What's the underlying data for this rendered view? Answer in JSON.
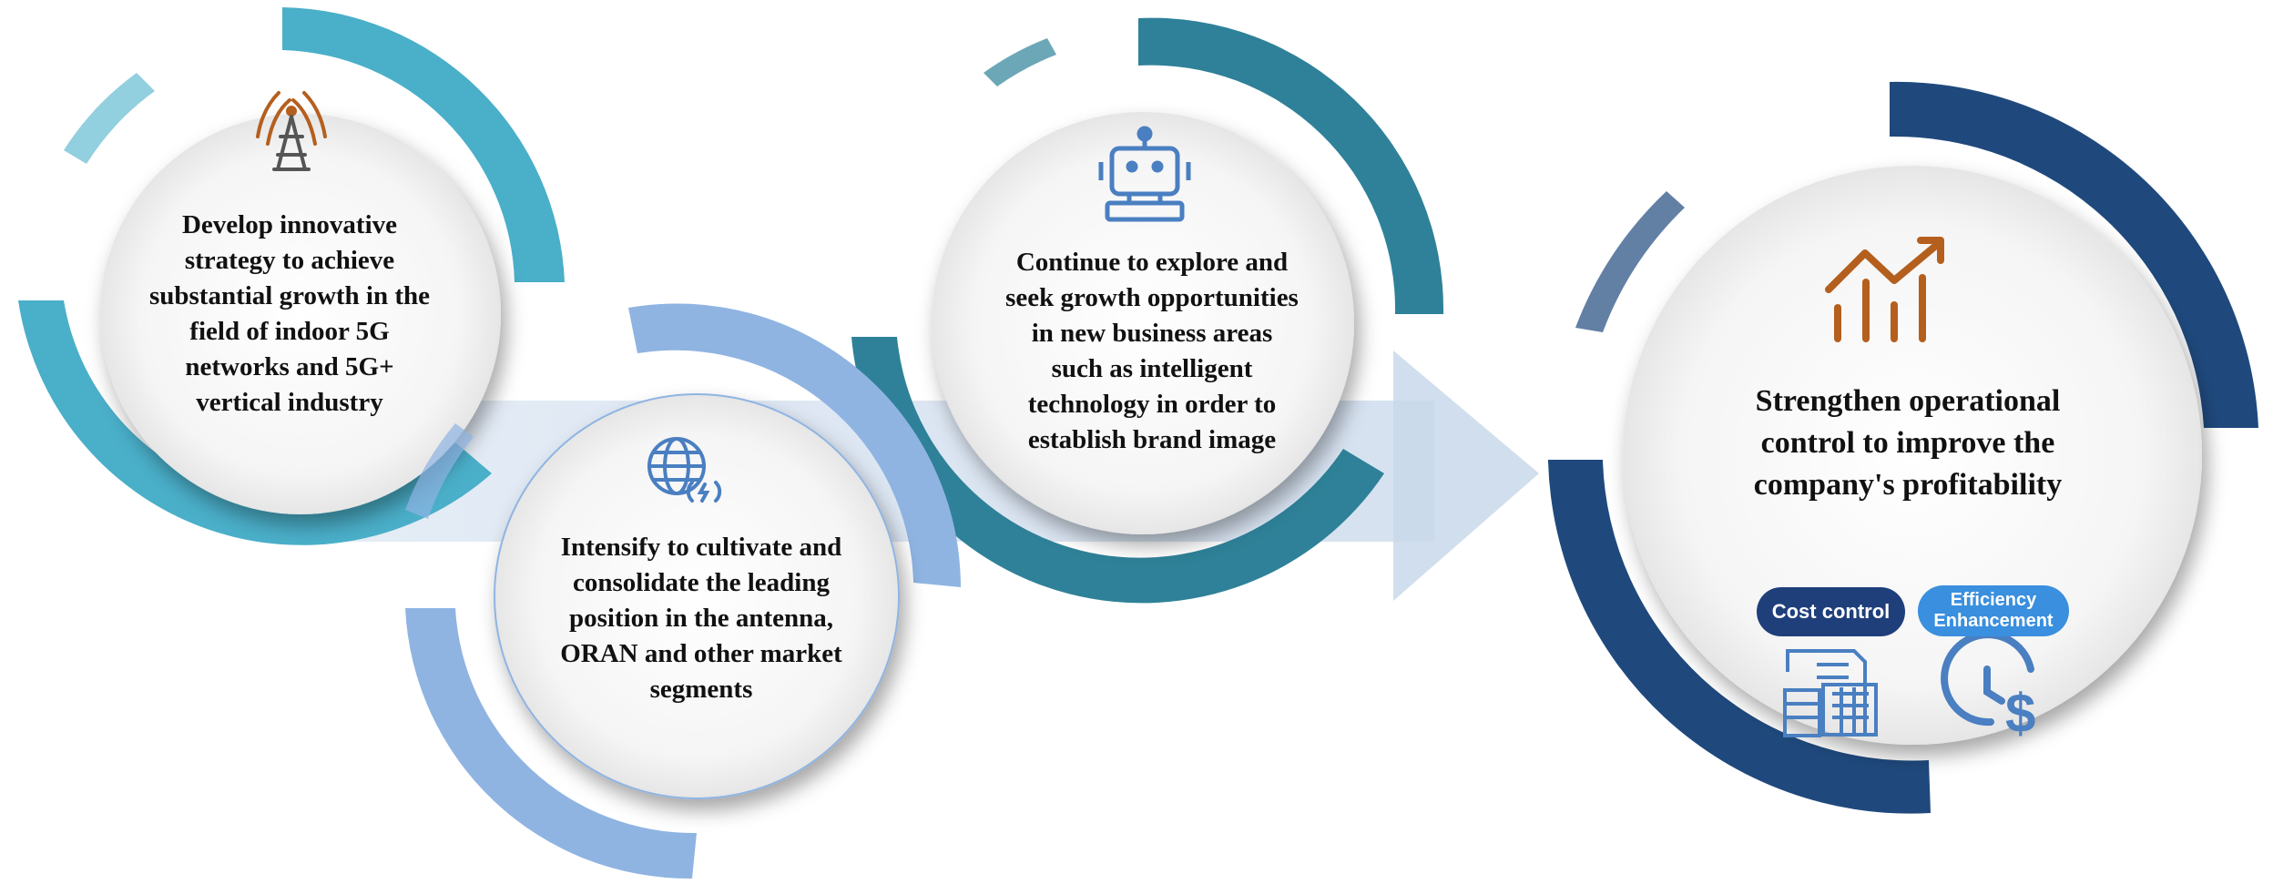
{
  "diagram": {
    "title_fragment": "Development Strategy",
    "steps": [
      {
        "text": "Develop innovative\nstrategy to achieve\nsubstantial growth in the\nfield of indoor 5G\nnetworks and 5G+\nvertical industry",
        "icon": "signal-tower-icon"
      },
      {
        "text": "Intensify to cultivate and\nconsolidate the leading\nposition in the antenna,\nORAN and other market\nsegments",
        "icon": "globe-signal-icon"
      },
      {
        "text": "Continue to explore and\nseek growth opportunities\nin new business areas\nsuch as intelligent\ntechnology in order to\nestablish brand image",
        "icon": "robot-icon"
      },
      {
        "text": "Strengthen operational\ncontrol to improve the\ncompany's profitability",
        "icon": "growth-chart-icon",
        "tags": [
          {
            "label": "Cost control",
            "icon": "document-building-icon"
          },
          {
            "label": "Efficiency\nEnhancement",
            "icon": "clock-dollar-icon"
          }
        ]
      }
    ]
  },
  "colors": {
    "teal": "#4aafc9",
    "light_blue": "#8fb4e2",
    "deep_teal": "#2e8198",
    "navy": "#1f497d",
    "icon_brown": "#b45f1e",
    "icon_blue": "#4a7fc1"
  }
}
